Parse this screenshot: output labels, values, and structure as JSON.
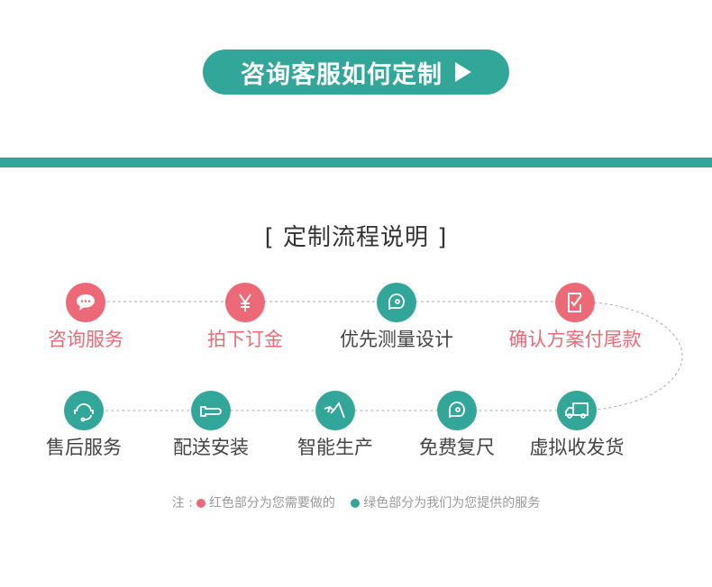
{
  "cta": {
    "label": "咨询客服如何定制"
  },
  "section_title": "[  定制流程说明  ]",
  "steps_row1": [
    {
      "label": "咨询服务",
      "type": "red",
      "icon": "chat-icon"
    },
    {
      "label": "拍下订金",
      "type": "red",
      "icon": "yen-icon"
    },
    {
      "label": "优先测量设计",
      "type": "green",
      "icon": "tape-measure-icon"
    },
    {
      "label": "确认方案付尾款",
      "type": "red",
      "icon": "checklist-icon"
    }
  ],
  "steps_row2": [
    {
      "label": "售后服务",
      "type": "green",
      "icon": "headset-icon"
    },
    {
      "label": "配送安装",
      "type": "green",
      "icon": "wrench-icon"
    },
    {
      "label": "智能生产",
      "type": "green",
      "icon": "machine-icon"
    },
    {
      "label": "免费复尺",
      "type": "green",
      "icon": "tape-measure-icon"
    },
    {
      "label": "虚拟收发货",
      "type": "green",
      "icon": "truck-icon"
    }
  ],
  "note": {
    "prefix": "注 :",
    "red_text": "红色部分为您需要做的",
    "green_text": "绿色部分为我们为您提供的服务"
  },
  "colors": {
    "teal": "#33a69a",
    "red": "#ec6a78"
  }
}
